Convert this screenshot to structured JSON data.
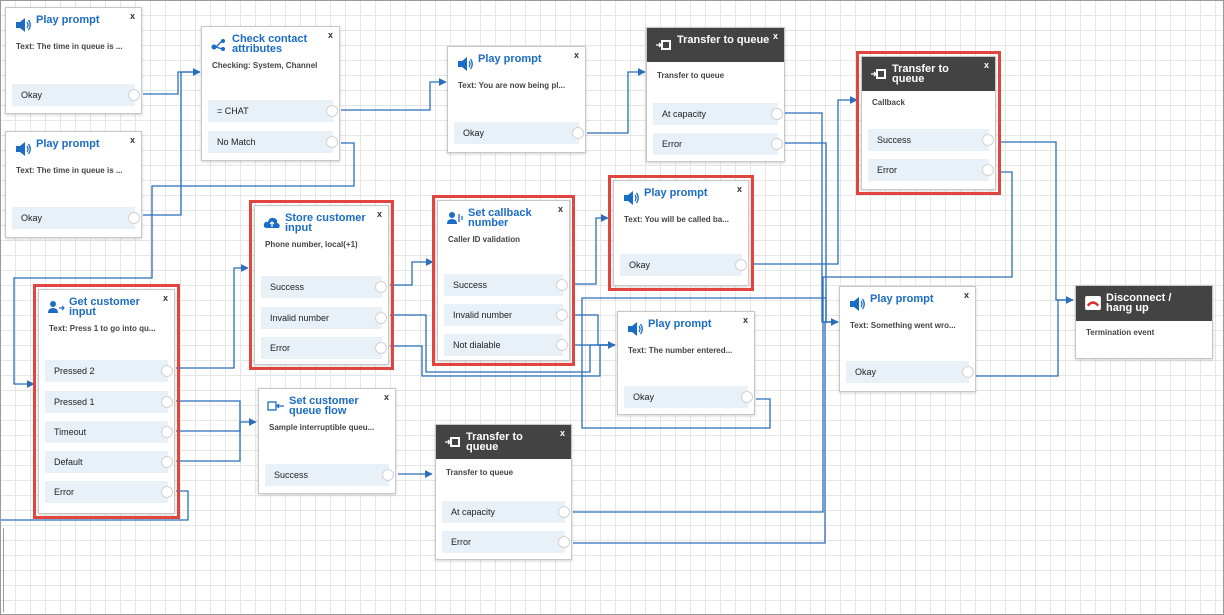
{
  "blocks": {
    "pp1": {
      "title": "Play prompt",
      "sub": "Text: The time in queue is ...",
      "branches": [
        "Okay"
      ]
    },
    "pp2": {
      "title": "Play prompt",
      "sub": "Text: The time in queue is ...",
      "branches": [
        "Okay"
      ]
    },
    "check": {
      "title": "Check contact attributes",
      "sub": "Checking: System, Channel",
      "branches": [
        "= CHAT",
        "No Match"
      ]
    },
    "pp3": {
      "title": "Play prompt",
      "sub": "Text: You are now being pl...",
      "branches": [
        "Okay"
      ]
    },
    "tq1": {
      "title": "Transfer to queue",
      "sub": "Transfer to queue",
      "branches": [
        "At capacity",
        "Error"
      ]
    },
    "tq2": {
      "title": "Transfer to queue",
      "sub": "Callback",
      "branches": [
        "Success",
        "Error"
      ]
    },
    "store": {
      "title": "Store customer input",
      "sub": "Phone number, local(+1)",
      "branches": [
        "Success",
        "Invalid number",
        "Error"
      ]
    },
    "setcb": {
      "title": "Set callback number",
      "sub": "Caller ID validation",
      "branches": [
        "Success",
        "Invalid number",
        "Not dialable"
      ]
    },
    "pp4": {
      "title": "Play prompt",
      "sub": "Text: You will be called ba...",
      "branches": [
        "Okay"
      ]
    },
    "getinput": {
      "title": "Get customer input",
      "sub": "Text: Press 1 to go into qu...",
      "branches": [
        "Pressed 2",
        "Pressed 1",
        "Timeout",
        "Default",
        "Error"
      ]
    },
    "pp5": {
      "title": "Play prompt",
      "sub": "Text: The number entered...",
      "branches": [
        "Okay"
      ]
    },
    "pp6": {
      "title": "Play prompt",
      "sub": "Text: Something went wro...",
      "branches": [
        "Okay"
      ]
    },
    "disc": {
      "title": "Disconnect / hang up",
      "sub": "Termination event",
      "branches": []
    },
    "setq": {
      "title": "Set customer queue flow",
      "sub": "Sample interruptible queu...",
      "branches": [
        "Success"
      ]
    },
    "tq3": {
      "title": "Transfer to queue",
      "sub": "Transfer to queue",
      "branches": [
        "At capacity",
        "Error"
      ]
    }
  },
  "close_label": "x",
  "colors": {
    "accent": "#1b6cc4",
    "wire": "#2a6ebb",
    "highlight": "#e0463f",
    "dark_header": "#434343",
    "branch_bg": "#e8f0f8",
    "disconnect_red": "#d93030"
  },
  "icons": {
    "pp": "speaker-icon",
    "check": "branch-check-icon",
    "tq": "transfer-queue-icon",
    "store": "cloud-store-icon",
    "setcb": "callback-number-icon",
    "getinput": "get-input-icon",
    "setq": "queue-flow-icon",
    "disc": "hang-up-icon"
  }
}
